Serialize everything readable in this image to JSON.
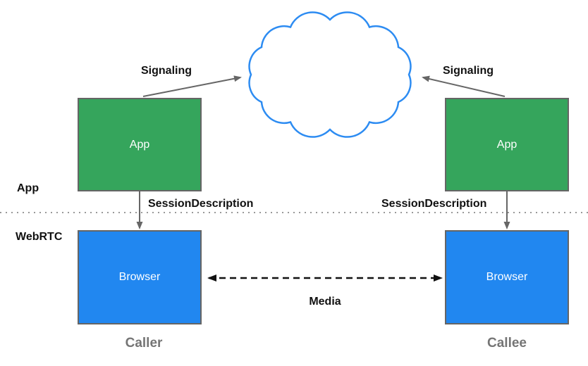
{
  "diagram_type": "webrtc-signaling-architecture",
  "nodes": {
    "app_left": {
      "label": "App"
    },
    "app_right": {
      "label": "App"
    },
    "browser_left": {
      "label": "Browser"
    },
    "browser_right": {
      "label": "Browser"
    }
  },
  "edges": {
    "signaling_left": {
      "label": "Signaling"
    },
    "signaling_right": {
      "label": "Signaling"
    },
    "session_left": {
      "label": "SessionDescription"
    },
    "session_right": {
      "label": "SessionDescription"
    },
    "media": {
      "label": "Media"
    }
  },
  "layers": {
    "app": {
      "label": "App"
    },
    "webrtc": {
      "label": "WebRTC"
    }
  },
  "endpoints": {
    "caller": {
      "label": "Caller"
    },
    "callee": {
      "label": "Callee"
    }
  },
  "colors": {
    "app_box_fill": "#35a55c",
    "browser_box_fill": "#2187f0",
    "box_border": "#656565",
    "cloud_stroke": "#2d8cf2",
    "arrow_gray": "#666666",
    "arrow_black": "#111111",
    "divider_dots": "#999999",
    "endpoint_label": "#757575"
  }
}
